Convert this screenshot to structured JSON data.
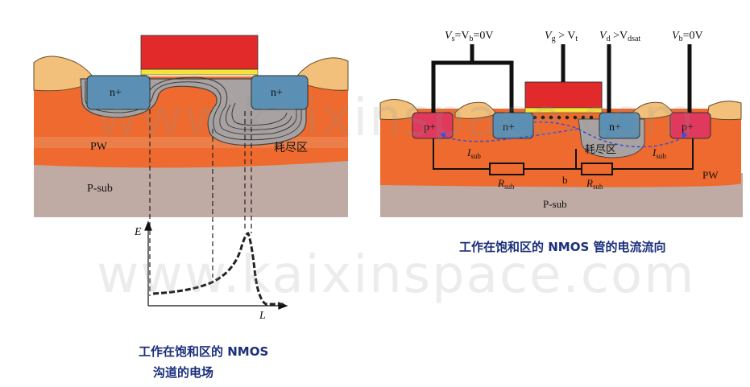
{
  "left": {
    "labels": {
      "n_left": "n+",
      "n_right": "n+",
      "pw": "PW",
      "depletion": "耗尽区",
      "psub": "P-sub",
      "axis_e": "E",
      "axis_l": "L"
    },
    "caption_line1": "工作在饱和区的 NMOS",
    "caption_line2": "沟道的电场"
  },
  "right": {
    "top_labels": {
      "vs": "V",
      "vs_sub": "s",
      "vs_eq": "=V",
      "vs_eq_sub": "b",
      "vs_val": "=0V",
      "vg": "V",
      "vg_sub": "g",
      "vg_gt": " > V",
      "vg_gt_sub": "t",
      "vd": "V",
      "vd_sub": "d",
      "vd_gt": " >V",
      "vd_gt_sub": "dsat",
      "vb": "V",
      "vb_sub": "b",
      "vb_val": "=0V"
    },
    "labels": {
      "p_left": "p+",
      "n_left": "n+",
      "n_right": "n+",
      "p_right": "p+",
      "depletion": "耗尽区",
      "isub_left": "I",
      "isub_left_sub": "sub",
      "isub_right": "I",
      "isub_right_sub": "sub",
      "rsub_left": "R",
      "rsub_left_sub": "sub",
      "rsub_right": "R",
      "rsub_right_sub": "sub",
      "b": "b",
      "pw": "PW",
      "psub": "P-sub"
    },
    "caption": "工作在饱和区的 NMOS 管的电流流向"
  },
  "watermark": "www.kaixinspace.com",
  "colors": {
    "poly": "#e32a2a",
    "oxide": "#f5e23a",
    "field_oxide": "#f2c07a",
    "n_plus": "#5b8fb3",
    "p_plus": "#e0395e",
    "pw": "#ee6a2e",
    "psub": "#bfa9a3",
    "depletion": "#a6a0a0",
    "caption": "#1a2f7a",
    "current": "#3b4fd0"
  }
}
